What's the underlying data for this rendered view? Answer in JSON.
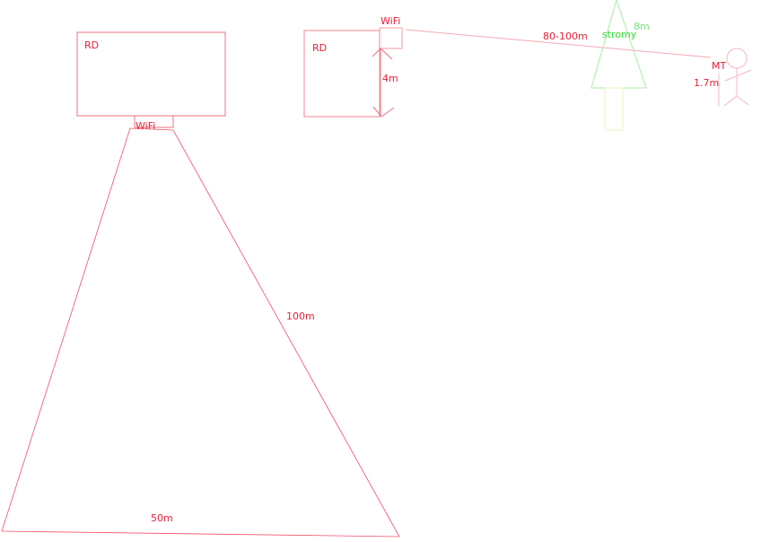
{
  "left_sketch": {
    "house_label": "RD",
    "wifi_label": "WiFi",
    "side_label": "100m",
    "base_label": "50m"
  },
  "right_sketch": {
    "house_label": "RD",
    "wifi_label": "WiFi",
    "height_label": "4m",
    "distance_label": "80-100m",
    "trees_label": "stromy",
    "tree_height_label": "8m",
    "person_label": "MT",
    "person_height_label": "1.7m"
  },
  "colors": {
    "red": "#e8203a",
    "green": "#33dd33"
  }
}
